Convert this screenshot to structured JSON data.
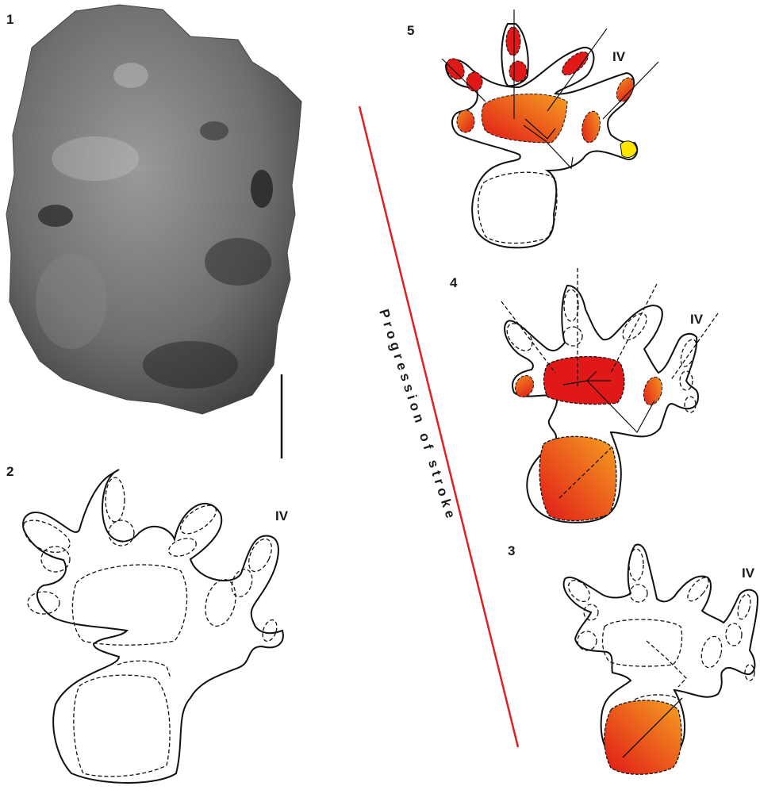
{
  "panels": {
    "p1": {
      "label": "1"
    },
    "p2": {
      "label": "2",
      "digit_label": "IV"
    },
    "p3": {
      "label": "3",
      "digit_label": "IV"
    },
    "p4": {
      "label": "4",
      "digit_label": "IV"
    },
    "p5": {
      "label": "5",
      "digit_label": "IV"
    }
  },
  "progression_label": "Progression of stroke",
  "colors": {
    "progression_line": "#e02020",
    "impression_red": "#e01818",
    "impression_orange": "#f07a20",
    "impression_yellow": "#ffe600",
    "photo_rock": "#6e6e6e"
  }
}
